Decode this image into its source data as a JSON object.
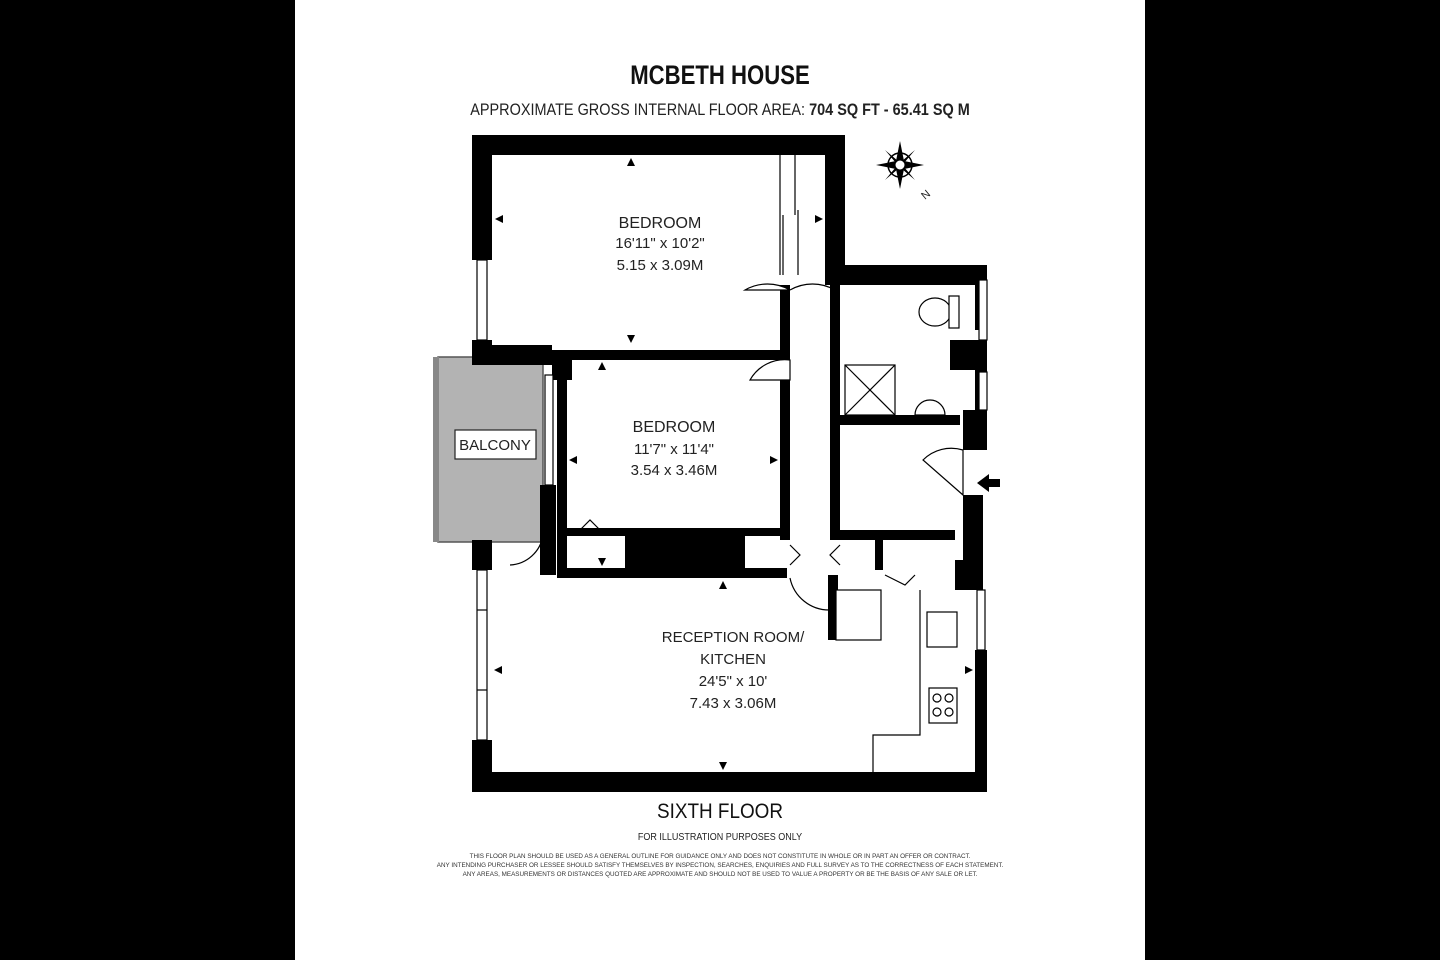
{
  "title": "MCBETH HOUSE",
  "area": {
    "label": "APPROXIMATE GROSS INTERNAL FLOOR AREA:",
    "sqft": "704 SQ FT",
    "separator": "-",
    "sqm": "65.41 SQ M"
  },
  "compass": {
    "label": "N"
  },
  "rooms": [
    {
      "name": "BEDROOM",
      "imperial": "16'11\" x 10'2\"",
      "metric": "5.15 x 3.09M"
    },
    {
      "name": "BEDROOM",
      "imperial": "11'7\" x 11'4\"",
      "metric": "3.54 x 3.46M"
    },
    {
      "name_line1": "RECEPTION ROOM/",
      "name_line2": "KITCHEN",
      "imperial": "24'5\" x 10'",
      "metric": "7.43 x 3.06M"
    }
  ],
  "balcony": {
    "label": "BALCONY"
  },
  "floor_label": "SIXTH FLOOR",
  "illustration_note": "FOR ILLUSTRATION PURPOSES ONLY",
  "disclaimer": [
    "THIS FLOOR PLAN SHOULD BE USED AS A GENERAL OUTLINE FOR GUIDANCE ONLY AND DOES NOT CONSTITUTE IN WHOLE OR IN PART AN OFFER OR CONTRACT.",
    "ANY INTENDING PURCHASER OR LESSEE SHOULD SATISFY THEMSELVES BY INSPECTION, SEARCHES, ENQUIRIES AND FULL SURVEY AS TO THE CORRECTNESS OF EACH STATEMENT.",
    "ANY AREAS, MEASUREMENTS OR DISTANCES QUOTED ARE APPROXIMATE AND SHOULD NOT BE USED TO VALUE A PROPERTY OR BE THE BASIS OF ANY SALE OR LET."
  ]
}
